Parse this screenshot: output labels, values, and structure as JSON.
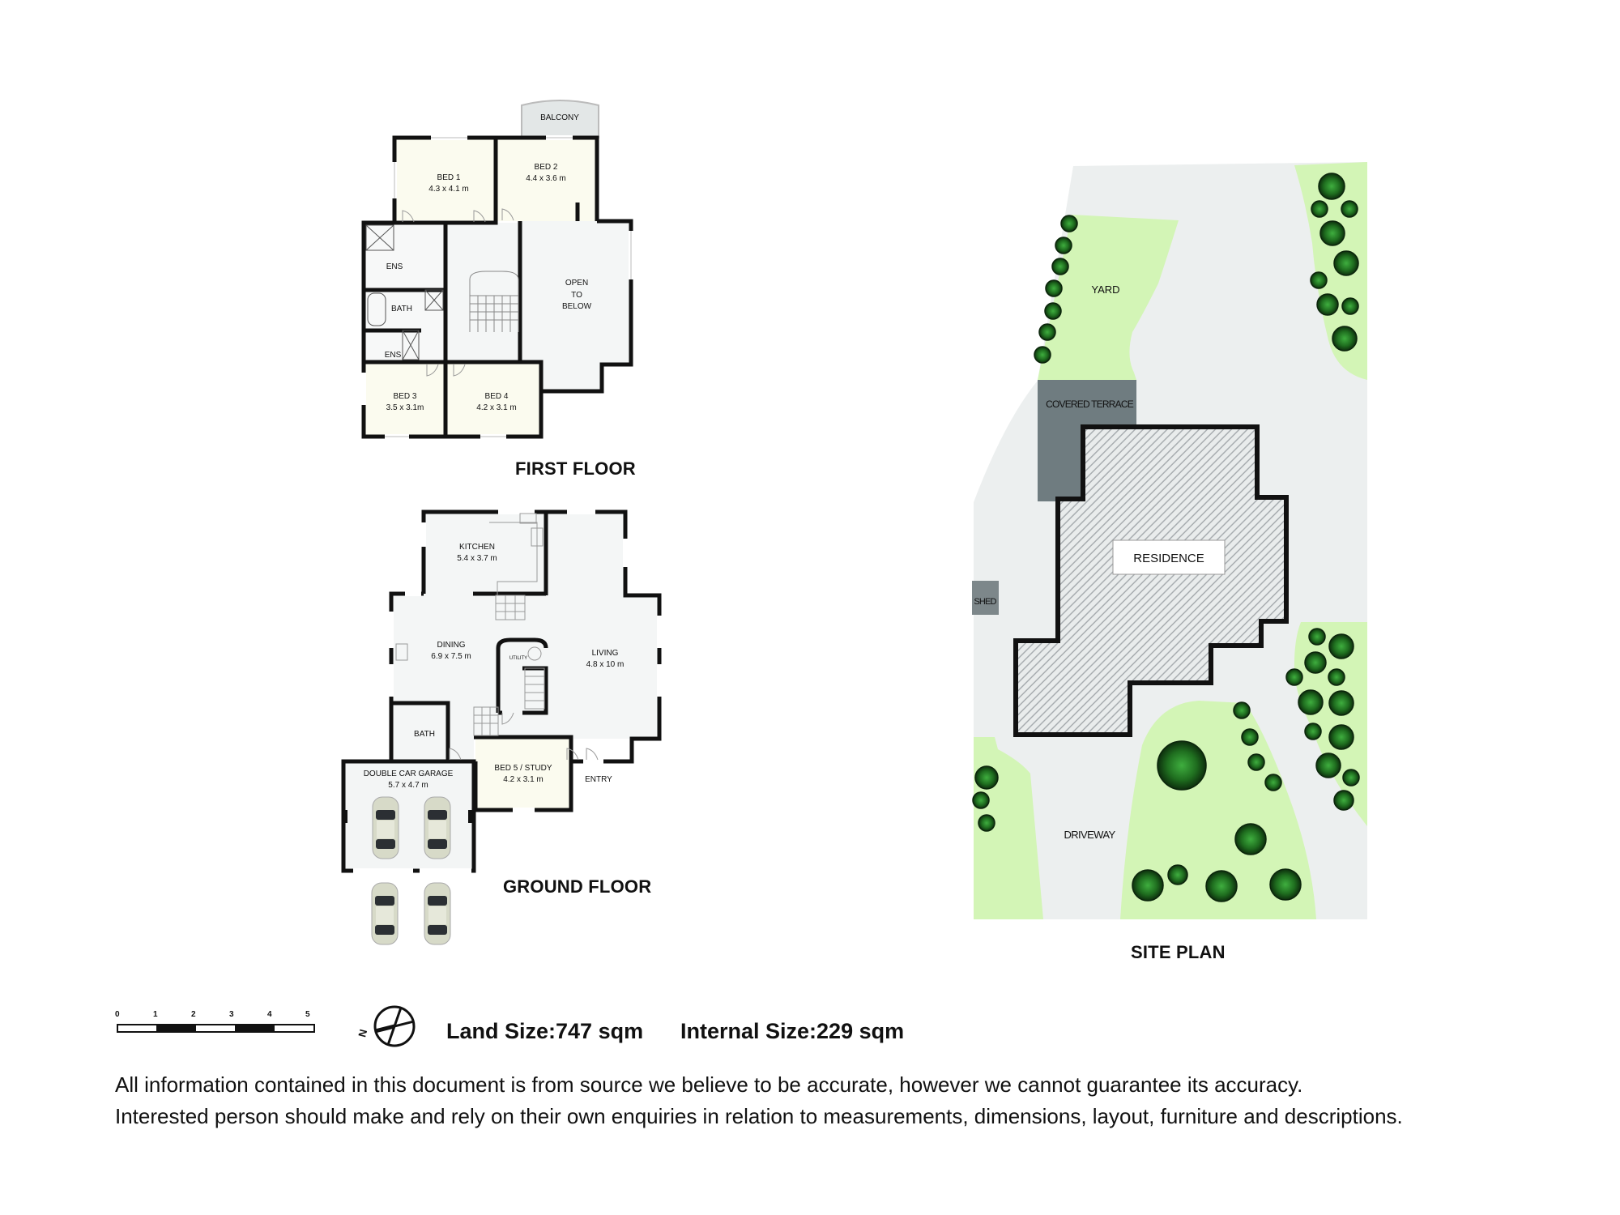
{
  "first_floor": {
    "title": "FIRST FLOOR",
    "rooms": [
      {
        "name": "BALCONY",
        "size": ""
      },
      {
        "name": "BED 1",
        "size": "4.3 x 4.1 m"
      },
      {
        "name": "BED 2",
        "size": "4.4 x 3.6 m"
      },
      {
        "name": "ENS",
        "size": ""
      },
      {
        "name": "BATH",
        "size": ""
      },
      {
        "name": "ENS",
        "size": ""
      },
      {
        "name": "OPEN",
        "size": ""
      },
      {
        "name": "TO",
        "size": ""
      },
      {
        "name": "BELOW",
        "size": ""
      },
      {
        "name": "BED 3",
        "size": "3.5 x 3.1m"
      },
      {
        "name": "BED 4",
        "size": "4.2 x 3.1 m"
      }
    ]
  },
  "ground_floor": {
    "title": "GROUND FLOOR",
    "rooms": [
      {
        "name": "KITCHEN",
        "size": "5.4 x 3.7 m"
      },
      {
        "name": "DINING",
        "size": "6.9 x 7.5 m"
      },
      {
        "name": "UTILITY",
        "size": ""
      },
      {
        "name": "LIVING",
        "size": "4.8 x 10 m"
      },
      {
        "name": "BATH",
        "size": ""
      },
      {
        "name": "DOUBLE CAR GARAGE",
        "size": "5.7 x 4.7 m"
      },
      {
        "name": "BED 5 / STUDY",
        "size": "4.2 x 3.1 m"
      },
      {
        "name": "ENTRY",
        "size": ""
      }
    ]
  },
  "site_plan": {
    "title": "SITE PLAN",
    "labels": {
      "yard": "YARD",
      "covered_terrace": "COVERED TERRACE",
      "residence": "RESIDENCE",
      "shed": "SHED",
      "driveway": "DRIVEWAY"
    },
    "colors": {
      "ground": "#ecefef",
      "grass": "#d3f5b6",
      "terrace": "#6f7c80",
      "shed": "#7d878a",
      "tree": "#1f6e1f"
    }
  },
  "scale_bar": {
    "ticks": [
      "0",
      "1",
      "2",
      "3",
      "4",
      "5"
    ]
  },
  "compass": {
    "north_label": "N"
  },
  "stats": {
    "land_size": "Land Size:747 sqm",
    "internal_size": "Internal Size:229 sqm"
  },
  "disclaimer": {
    "line1": "All information contained in this document is from source we believe to be accurate, however we cannot guarantee its accuracy.",
    "line2": "Interested person should make and rely on their own enquiries in relation to measurements, dimensions, layout, furniture and descriptions."
  }
}
